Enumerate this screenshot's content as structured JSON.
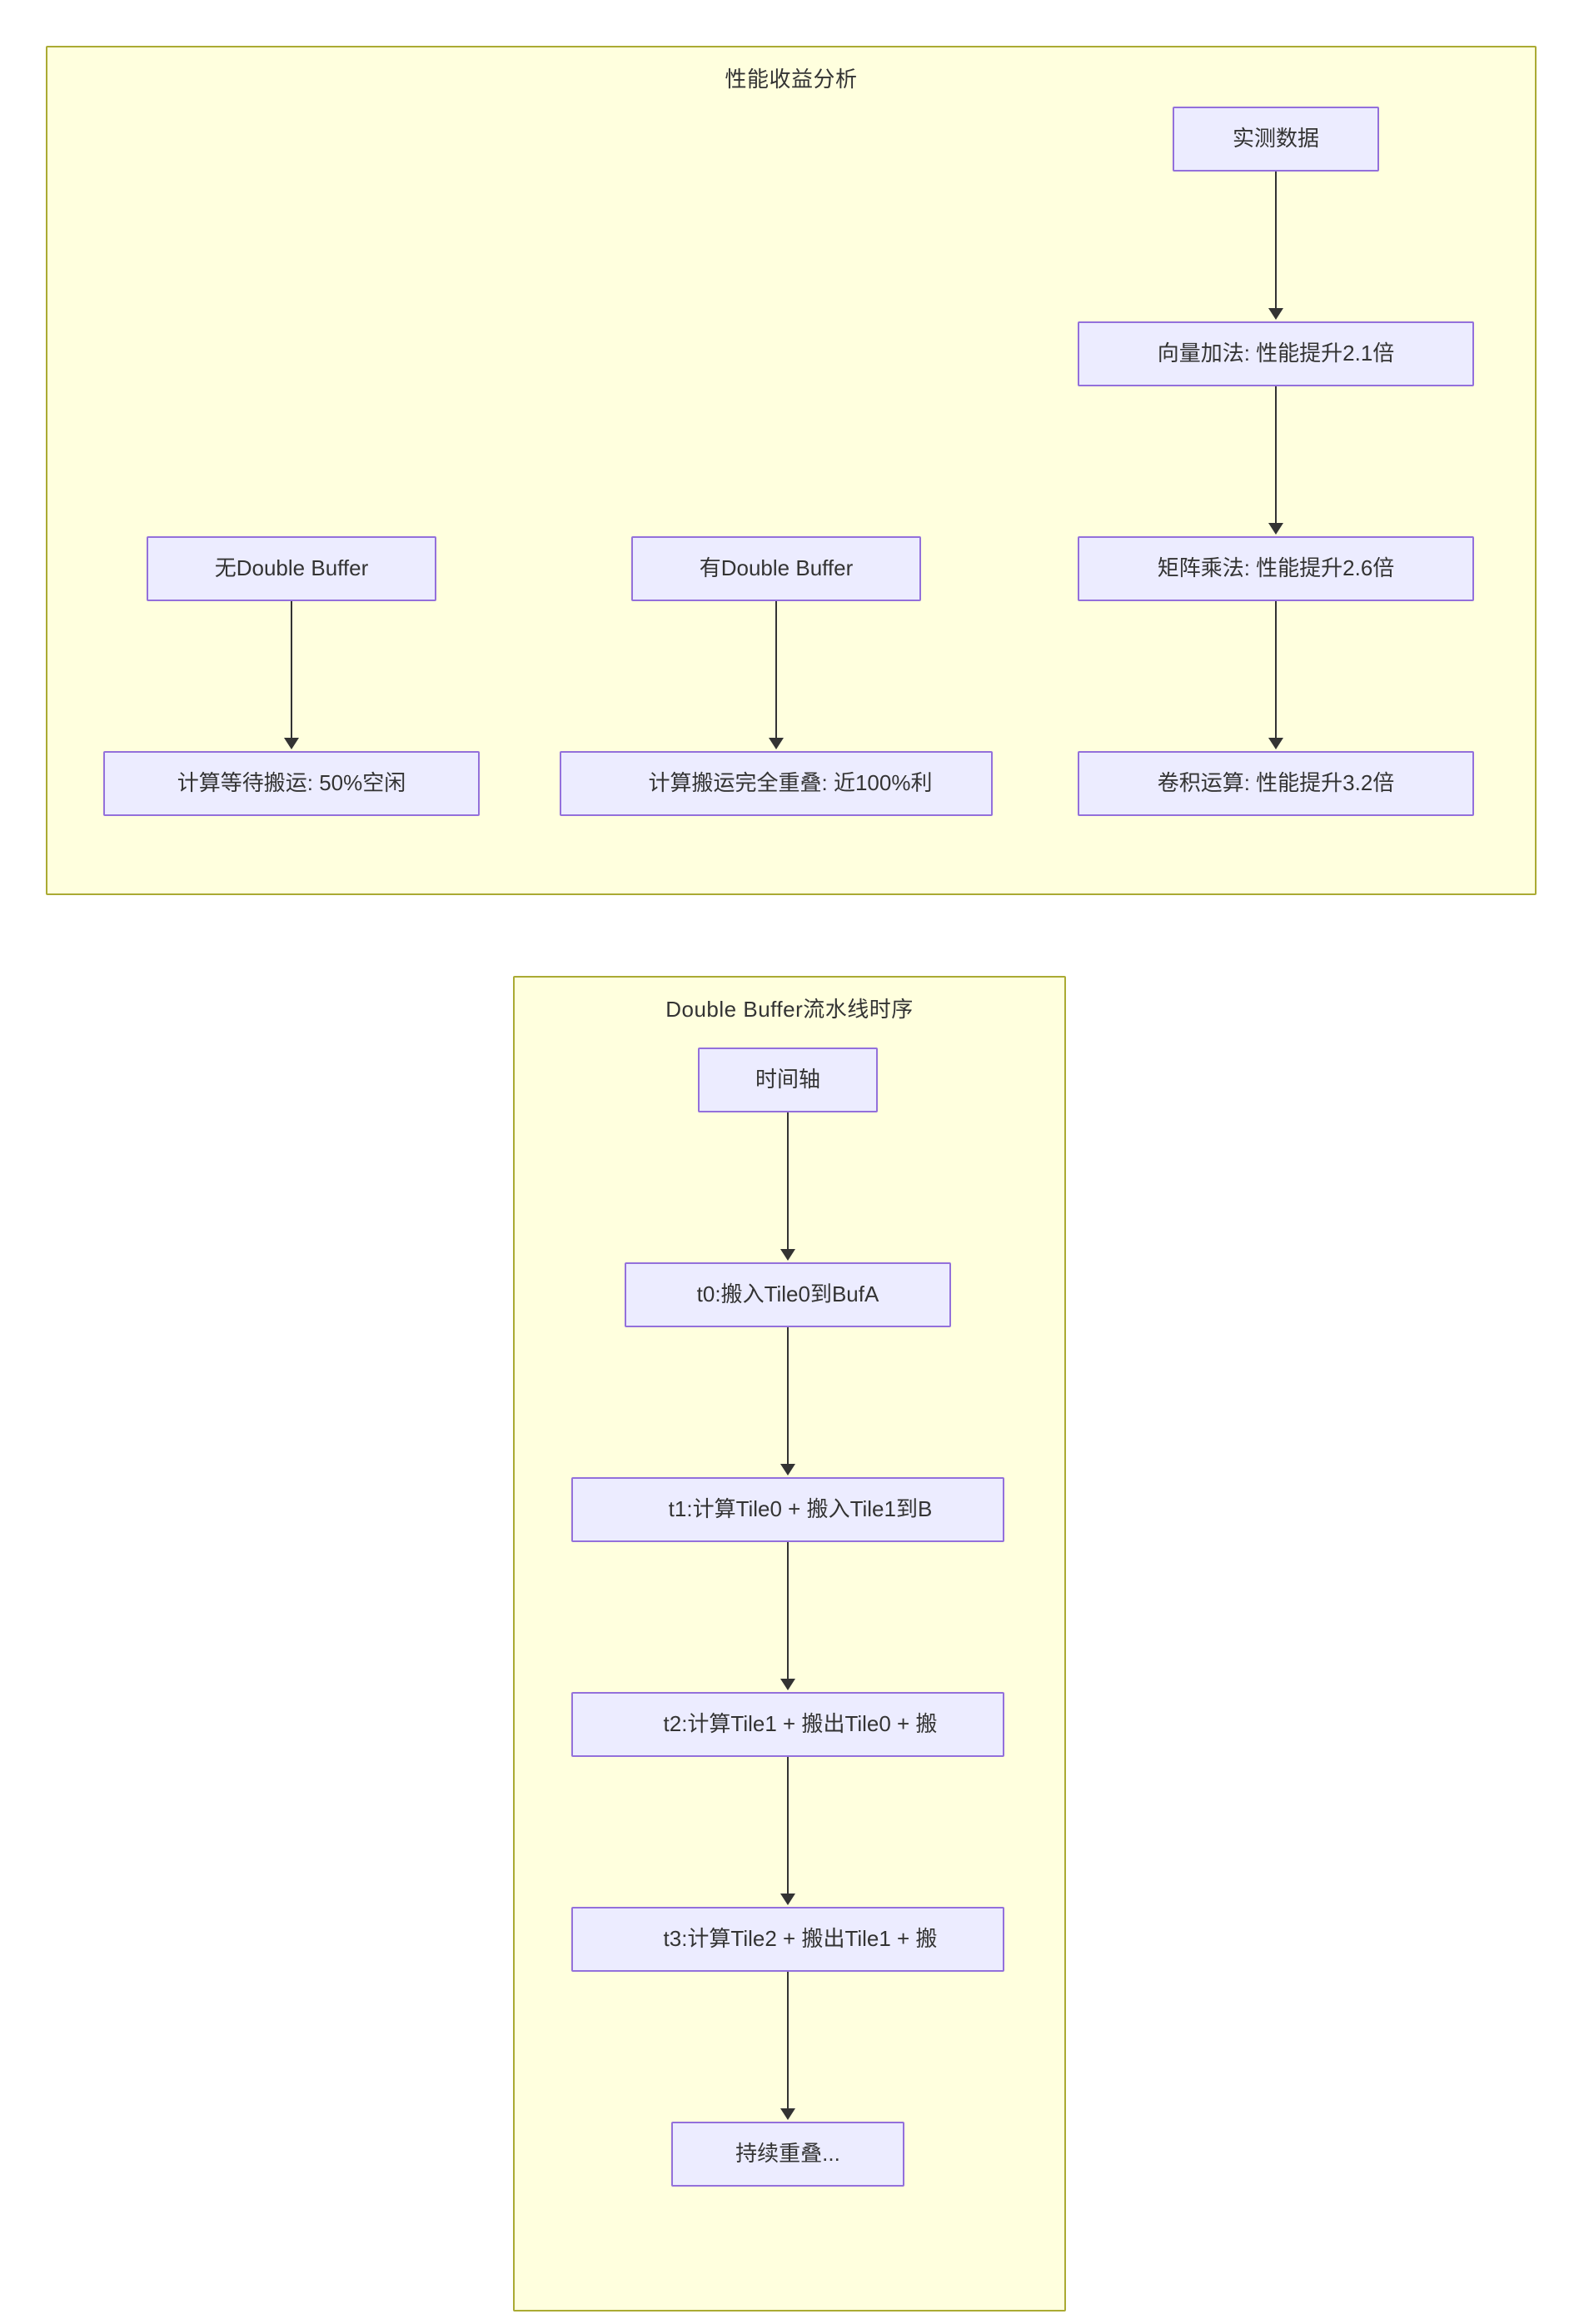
{
  "diagrams": [
    {
      "id": "perf-benefit-analysis",
      "title": "性能收益分析",
      "nodes": [
        {
          "id": "measured-data",
          "label": "实测数据"
        },
        {
          "id": "vector-add",
          "label": "向量加法: 性能提升2.1倍"
        },
        {
          "id": "matrix-multiply",
          "label": "矩阵乘法: 性能提升2.6倍"
        },
        {
          "id": "convolution",
          "label": "卷积运算: 性能提升3.2倍"
        },
        {
          "id": "no-double-buffer",
          "label": "无Double Buffer"
        },
        {
          "id": "compute-wait-dma",
          "label": "计算等待搬运: 50%空闲"
        },
        {
          "id": "has-double-buffer",
          "label": "有Double Buffer"
        },
        {
          "id": "compute-dma-overlap",
          "label": "计算搬运完全重叠: 近100%利"
        }
      ]
    },
    {
      "id": "double-buffer-pipeline-timing",
      "title": "Double Buffer流水线时序",
      "nodes": [
        {
          "id": "timeline",
          "label": "时间轴"
        },
        {
          "id": "t0",
          "label": "t0:搬入Tile0到BufA"
        },
        {
          "id": "t1",
          "label": "t1:计算Tile0 + 搬入Tile1到B"
        },
        {
          "id": "t2",
          "label": "t2:计算Tile1 + 搬出Tile0 + 搬"
        },
        {
          "id": "t3",
          "label": "t3:计算Tile2 + 搬出Tile1 + 搬"
        },
        {
          "id": "continue",
          "label": "持续重叠..."
        }
      ]
    }
  ],
  "colors": {
    "subgraph_fill": "#ffffde",
    "subgraph_stroke": "#aaaa33",
    "node_fill": "#ececff",
    "node_stroke": "#9370db",
    "edge_stroke": "#333333",
    "text": "#333333",
    "page_background": "#ffffff"
  }
}
